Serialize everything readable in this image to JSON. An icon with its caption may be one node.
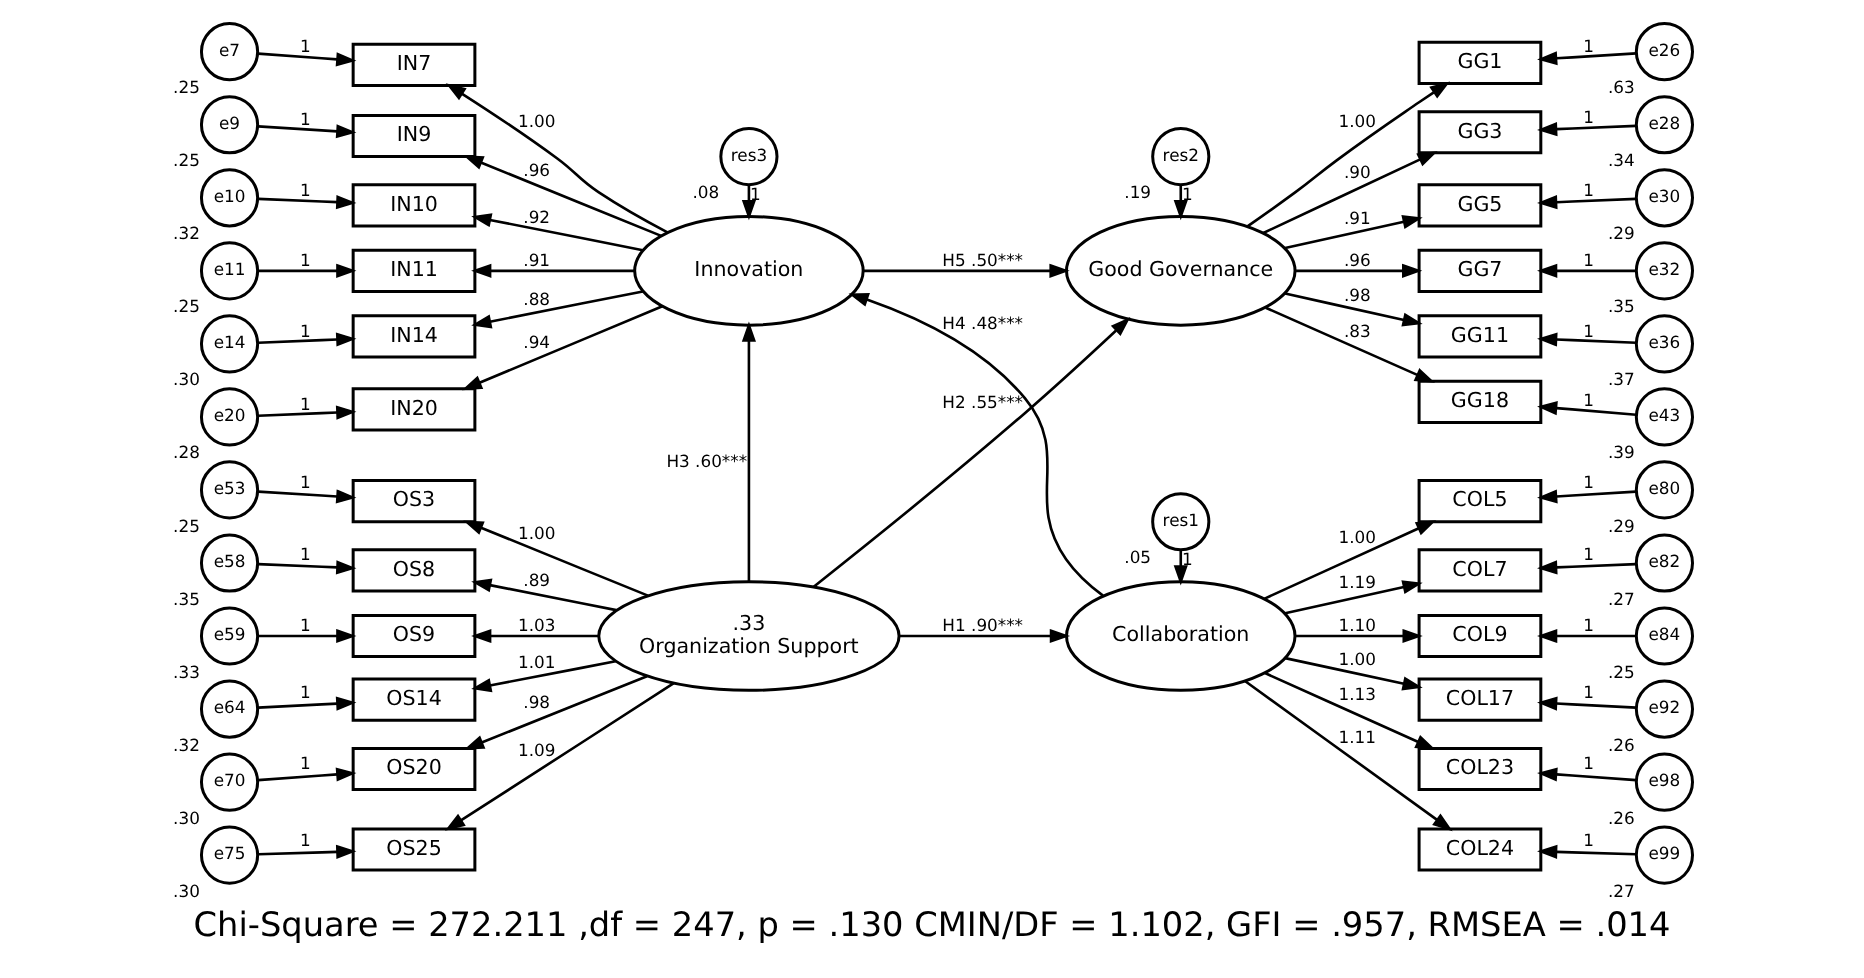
{
  "diagram": {
    "caption": "Chi-Square = 272.211 ,df = 247, p = .130 CMIN/DF = 1.102, GFI = .957, RMSEA = .014",
    "nodes": [
      {
        "text": [
          "e7"
        ],
        "beside": [
          ".25"
        ]
      },
      {
        "text": [
          "e9"
        ],
        "beside": [
          ".25"
        ]
      },
      {
        "text": [
          "e10"
        ],
        "beside": [
          ".32"
        ]
      },
      {
        "text": [
          "e11"
        ],
        "beside": [
          ".25"
        ]
      },
      {
        "text": [
          "e14"
        ],
        "beside": [
          ".30"
        ]
      },
      {
        "text": [
          "e20"
        ],
        "beside": [
          ".28"
        ]
      },
      {
        "text": [
          "IN7"
        ]
      },
      {
        "text": [
          "IN9"
        ]
      },
      {
        "text": [
          "IN10"
        ]
      },
      {
        "text": [
          "IN11"
        ]
      },
      {
        "text": [
          "IN14"
        ]
      },
      {
        "text": [
          "IN20"
        ]
      },
      {
        "text": [
          "res3"
        ],
        "beside": [
          ".08"
        ]
      },
      {
        "text": [
          "Innovation"
        ]
      },
      {
        "text": [
          "res2"
        ],
        "beside": [
          ".19"
        ]
      },
      {
        "text": [
          "Good Governance"
        ]
      },
      {
        "text": [
          "GG1"
        ]
      },
      {
        "text": [
          "GG3"
        ]
      },
      {
        "text": [
          "GG5"
        ]
      },
      {
        "text": [
          "GG7"
        ]
      },
      {
        "text": [
          "GG11"
        ]
      },
      {
        "text": [
          "GG18"
        ]
      },
      {
        "text": [
          "e26"
        ],
        "beside": [
          ".63"
        ]
      },
      {
        "text": [
          "e28"
        ],
        "beside": [
          ".34"
        ]
      },
      {
        "text": [
          "e30"
        ],
        "beside": [
          ".29"
        ]
      },
      {
        "text": [
          "e32"
        ],
        "beside": [
          ".35"
        ]
      },
      {
        "text": [
          "e36"
        ],
        "beside": [
          ".37"
        ]
      },
      {
        "text": [
          "e43"
        ],
        "beside": [
          ".39"
        ]
      },
      {
        "text": [
          "e53"
        ],
        "beside": [
          ".25"
        ]
      },
      {
        "text": [
          "e58"
        ],
        "beside": [
          ".35"
        ]
      },
      {
        "text": [
          "e59"
        ],
        "beside": [
          ".33"
        ]
      },
      {
        "text": [
          "e64"
        ],
        "beside": [
          ".32"
        ]
      },
      {
        "text": [
          "e70"
        ],
        "beside": [
          ".30"
        ]
      },
      {
        "text": [
          "e75"
        ],
        "beside": [
          ".30"
        ]
      },
      {
        "text": [
          "OS3"
        ]
      },
      {
        "text": [
          "OS8"
        ]
      },
      {
        "text": [
          "OS9"
        ]
      },
      {
        "text": [
          "OS14"
        ]
      },
      {
        "text": [
          "OS20"
        ]
      },
      {
        "text": [
          "OS25"
        ]
      },
      {
        "text": [
          ".33",
          "Organization Support"
        ]
      },
      {
        "text": [
          "res1"
        ],
        "beside": [
          ".05"
        ]
      },
      {
        "text": [
          "Collaboration"
        ]
      },
      {
        "text": [
          "COL5"
        ]
      },
      {
        "text": [
          "COL7"
        ]
      },
      {
        "text": [
          "COL9"
        ]
      },
      {
        "text": [
          "COL17"
        ]
      },
      {
        "text": [
          "COL23"
        ]
      },
      {
        "text": [
          "COL24"
        ]
      },
      {
        "text": [
          "e80"
        ],
        "beside": [
          ".29"
        ]
      },
      {
        "text": [
          "e82"
        ],
        "beside": [
          ".27"
        ]
      },
      {
        "text": [
          "e84"
        ],
        "beside": [
          ".25"
        ]
      },
      {
        "text": [
          "e92"
        ],
        "beside": [
          ".26"
        ]
      },
      {
        "text": [
          "e98"
        ],
        "beside": [
          ".26"
        ]
      },
      {
        "text": [
          "e99"
        ],
        "beside": [
          ".27"
        ]
      }
    ],
    "edges": [
      {
        "from": 0,
        "to": 6,
        "arrow": "to",
        "label": "1"
      },
      {
        "from": 1,
        "to": 7,
        "arrow": "to",
        "label": "1"
      },
      {
        "from": 2,
        "to": 8,
        "arrow": "to",
        "label": "1"
      },
      {
        "from": 3,
        "to": 9,
        "arrow": "to",
        "label": "1"
      },
      {
        "from": 4,
        "to": 10,
        "arrow": "to",
        "label": "1"
      },
      {
        "from": 5,
        "to": 11,
        "arrow": "to",
        "label": "1"
      },
      {
        "from": 13,
        "to": 6,
        "arrow": "to",
        "label": "1.00"
      },
      {
        "from": 13,
        "to": 7,
        "arrow": "to",
        "label": ".96"
      },
      {
        "from": 13,
        "to": 8,
        "arrow": "to",
        "label": ".92"
      },
      {
        "from": 13,
        "to": 9,
        "arrow": "to",
        "label": ".91"
      },
      {
        "from": 13,
        "to": 10,
        "arrow": "to",
        "label": ".88"
      },
      {
        "from": 13,
        "to": 11,
        "arrow": "to",
        "label": ".94"
      },
      {
        "from": 12,
        "to": 13,
        "arrow": "to",
        "label": "1"
      },
      {
        "from": 14,
        "to": 15,
        "arrow": "to",
        "label": "1"
      },
      {
        "from": 15,
        "to": 16,
        "arrow": "to",
        "label": "1.00"
      },
      {
        "from": 15,
        "to": 17,
        "arrow": "to",
        "label": ".90"
      },
      {
        "from": 15,
        "to": 18,
        "arrow": "to",
        "label": ".91"
      },
      {
        "from": 15,
        "to": 19,
        "arrow": "to",
        "label": ".96"
      },
      {
        "from": 15,
        "to": 20,
        "arrow": "to",
        "label": ".98"
      },
      {
        "from": 15,
        "to": 21,
        "arrow": "to",
        "label": ".83"
      },
      {
        "from": 22,
        "to": 16,
        "arrow": "to",
        "label": "1"
      },
      {
        "from": 23,
        "to": 17,
        "arrow": "to",
        "label": "1"
      },
      {
        "from": 24,
        "to": 18,
        "arrow": "to",
        "label": "1"
      },
      {
        "from": 25,
        "to": 19,
        "arrow": "to",
        "label": "1"
      },
      {
        "from": 26,
        "to": 20,
        "arrow": "to",
        "label": "1"
      },
      {
        "from": 27,
        "to": 21,
        "arrow": "to",
        "label": "1"
      },
      {
        "from": 13,
        "to": 15,
        "arrow": "to",
        "label": "H5 .50***"
      },
      {
        "from": 40,
        "to": 13,
        "arrow": "to",
        "label": "H3 .60***"
      },
      {
        "from": 40,
        "to": 15,
        "arrow": "to",
        "label": "H2 .55***"
      },
      {
        "from": 42,
        "to": 13,
        "arrow": "to",
        "label": "H4 .48***"
      },
      {
        "from": 40,
        "to": 42,
        "arrow": "to",
        "label": "H1 .90***"
      },
      {
        "from": 28,
        "to": 34,
        "arrow": "to",
        "label": "1"
      },
      {
        "from": 29,
        "to": 35,
        "arrow": "to",
        "label": "1"
      },
      {
        "from": 30,
        "to": 36,
        "arrow": "to",
        "label": "1"
      },
      {
        "from": 31,
        "to": 37,
        "arrow": "to",
        "label": "1"
      },
      {
        "from": 32,
        "to": 38,
        "arrow": "to",
        "label": "1"
      },
      {
        "from": 33,
        "to": 39,
        "arrow": "to",
        "label": "1"
      },
      {
        "from": 40,
        "to": 34,
        "arrow": "to",
        "label": "1.00"
      },
      {
        "from": 40,
        "to": 35,
        "arrow": "to",
        "label": ".89"
      },
      {
        "from": 40,
        "to": 36,
        "arrow": "to",
        "label": "1.03"
      },
      {
        "from": 40,
        "to": 37,
        "arrow": "to",
        "label": "1.01"
      },
      {
        "from": 40,
        "to": 38,
        "arrow": "to",
        "label": ".98"
      },
      {
        "from": 40,
        "to": 39,
        "arrow": "to",
        "label": "1.09"
      },
      {
        "from": 41,
        "to": 42,
        "arrow": "to",
        "label": "1"
      },
      {
        "from": 42,
        "to": 43,
        "arrow": "to",
        "label": "1.00"
      },
      {
        "from": 42,
        "to": 44,
        "arrow": "to",
        "label": "1.19"
      },
      {
        "from": 42,
        "to": 45,
        "arrow": "to",
        "label": "1.10"
      },
      {
        "from": 42,
        "to": 46,
        "arrow": "to",
        "label": "1.00"
      },
      {
        "from": 42,
        "to": 47,
        "arrow": "to",
        "label": "1.13"
      },
      {
        "from": 42,
        "to": 48,
        "arrow": "to",
        "label": "1.11"
      },
      {
        "from": 49,
        "to": 43,
        "arrow": "to",
        "label": "1"
      },
      {
        "from": 50,
        "to": 44,
        "arrow": "to",
        "label": "1"
      },
      {
        "from": 51,
        "to": 45,
        "arrow": "to",
        "label": "1"
      },
      {
        "from": 52,
        "to": 46,
        "arrow": "to",
        "label": "1"
      },
      {
        "from": 53,
        "to": 47,
        "arrow": "to",
        "label": "1"
      },
      {
        "from": 54,
        "to": 48,
        "arrow": "to",
        "label": "1"
      }
    ]
  }
}
